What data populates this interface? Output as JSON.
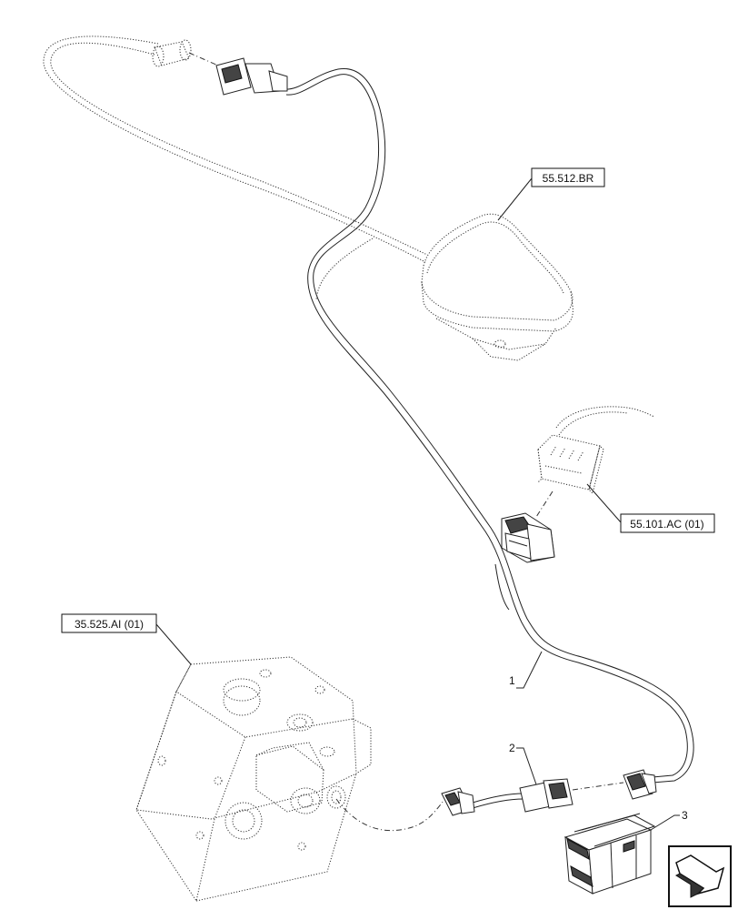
{
  "references": {
    "ref_top": "55.512.BR",
    "ref_mid": "55.101.AC (01)",
    "ref_left": "35.525.AI (01)"
  },
  "callouts": {
    "item1": "1",
    "item2": "2",
    "item3": "3"
  }
}
